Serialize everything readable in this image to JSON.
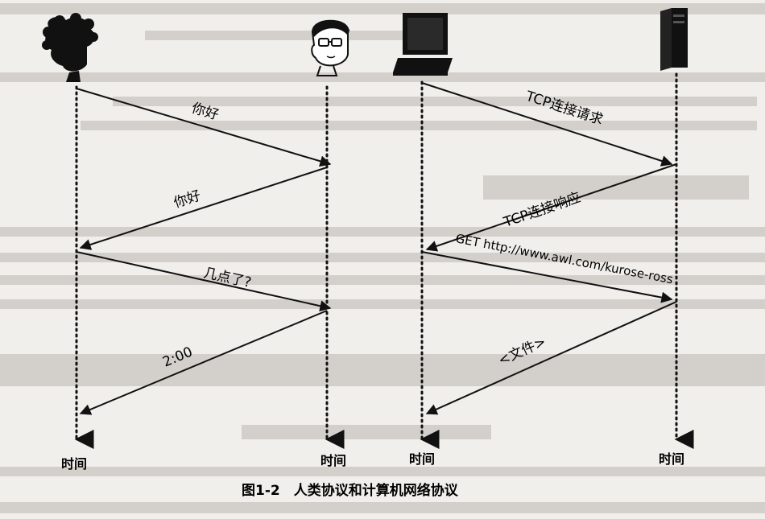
{
  "figure": {
    "caption": "图1-2　人类协议和计算机网络协议"
  },
  "human_protocol": {
    "actors": [
      {
        "name": "person-left-icon",
        "axis_label": "时间"
      },
      {
        "name": "person-right-icon",
        "axis_label": "时间"
      }
    ],
    "messages": [
      {
        "text": "你好",
        "direction": "left-to-right"
      },
      {
        "text": "你好",
        "direction": "right-to-left"
      },
      {
        "text": "几点了?",
        "direction": "left-to-right"
      },
      {
        "text": "2:00",
        "direction": "right-to-left"
      }
    ]
  },
  "network_protocol": {
    "actors": [
      {
        "name": "computer-icon",
        "axis_label": "时间"
      },
      {
        "name": "server-icon",
        "axis_label": ""
      }
    ],
    "right_axis_label": "时间",
    "messages": [
      {
        "text": "TCP连接请求",
        "direction": "left-to-right"
      },
      {
        "text": "TCP连接响应",
        "direction": "right-to-left"
      },
      {
        "text": "GET http://www.awl.com/kurose-ross",
        "direction": "left-to-right"
      },
      {
        "text": "<文件>",
        "direction": "right-to-left"
      }
    ]
  },
  "colors": {
    "paper": "#f1efec",
    "ink": "#111111"
  }
}
